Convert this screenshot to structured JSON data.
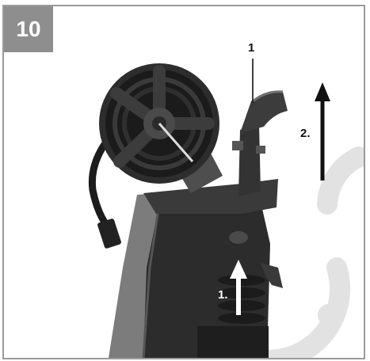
{
  "figure": {
    "step_number": "10",
    "callout_part": "1",
    "callout_step2": "2.",
    "callout_step1": "1."
  },
  "colors": {
    "badge": "#8e8e8e",
    "frame": "#9a9a9a",
    "body_dark": "#2a2a2a",
    "body_grey": "#7c7c7c",
    "watermark": "#dcdcdc"
  }
}
